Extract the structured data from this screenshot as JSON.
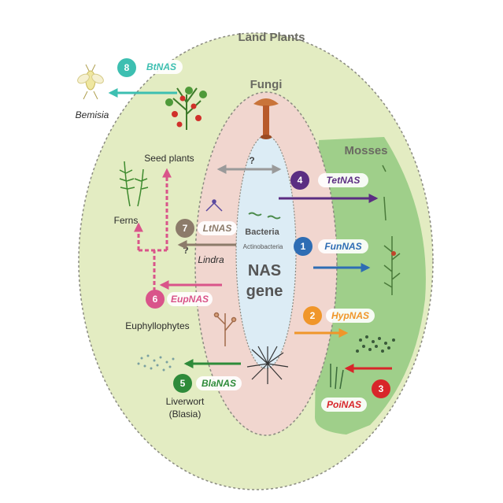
{
  "zones": {
    "land_plants": "Land Plants",
    "fungi": "Fungi",
    "mosses": "Mosses",
    "bacteria": "Bacteria",
    "actinobacteria": "Actinobacteria",
    "nas_line1": "NAS",
    "nas_line2": "gene"
  },
  "organisms": {
    "bemisia": "Bemisia",
    "seed_plants": "Seed plants",
    "ferns": "Ferns",
    "lindra": "Lindra",
    "euphyllophytes": "Euphyllophytes",
    "liverwort_line1": "Liverwort",
    "liverwort_line2": "(Blasia)"
  },
  "unknown_marks": [
    "?",
    "?"
  ],
  "transfers": [
    {
      "num": "8",
      "gene": "BtNAS",
      "color": "#3dbfb1"
    },
    {
      "num": "4",
      "gene": "TetNAS",
      "color": "#5b2d82"
    },
    {
      "num": "7",
      "gene": "LtNAS",
      "color": "#8c7b6a"
    },
    {
      "num": "1",
      "gene": "FunNAS",
      "color": "#2e6db4"
    },
    {
      "num": "6",
      "gene": "EupNAS",
      "color": "#d9548a"
    },
    {
      "num": "2",
      "gene": "HypNAS",
      "color": "#f0962a"
    },
    {
      "num": "5",
      "gene": "BlaNAS",
      "color": "#2e8b3a"
    },
    {
      "num": "3",
      "gene": "PoiNAS",
      "color": "#d8262a"
    }
  ],
  "colors": {
    "land_plants_fill": "#e3ecc2",
    "fungi_fill": "#f1d6cf",
    "bacteria_fill": "#dcecf5",
    "mosses_fill": "#9fcf8a"
  }
}
